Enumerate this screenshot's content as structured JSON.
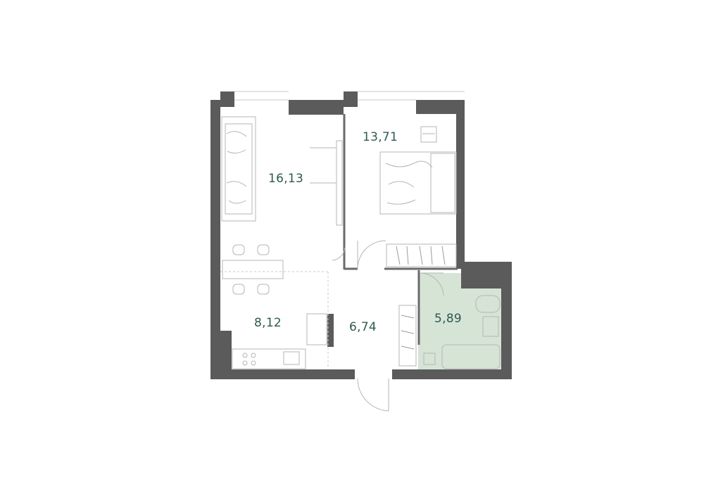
{
  "floor_plan": {
    "accent_color": "#2e5a52",
    "wall_color": "#5b5b5b",
    "bathroom_fill": "#d6e4d6",
    "rooms": [
      {
        "id": "living-room",
        "label": "16,13"
      },
      {
        "id": "bedroom",
        "label": "13,71"
      },
      {
        "id": "kitchen",
        "label": "8,12"
      },
      {
        "id": "hallway",
        "label": "6,74"
      },
      {
        "id": "bathroom",
        "label": "5,89"
      }
    ]
  }
}
